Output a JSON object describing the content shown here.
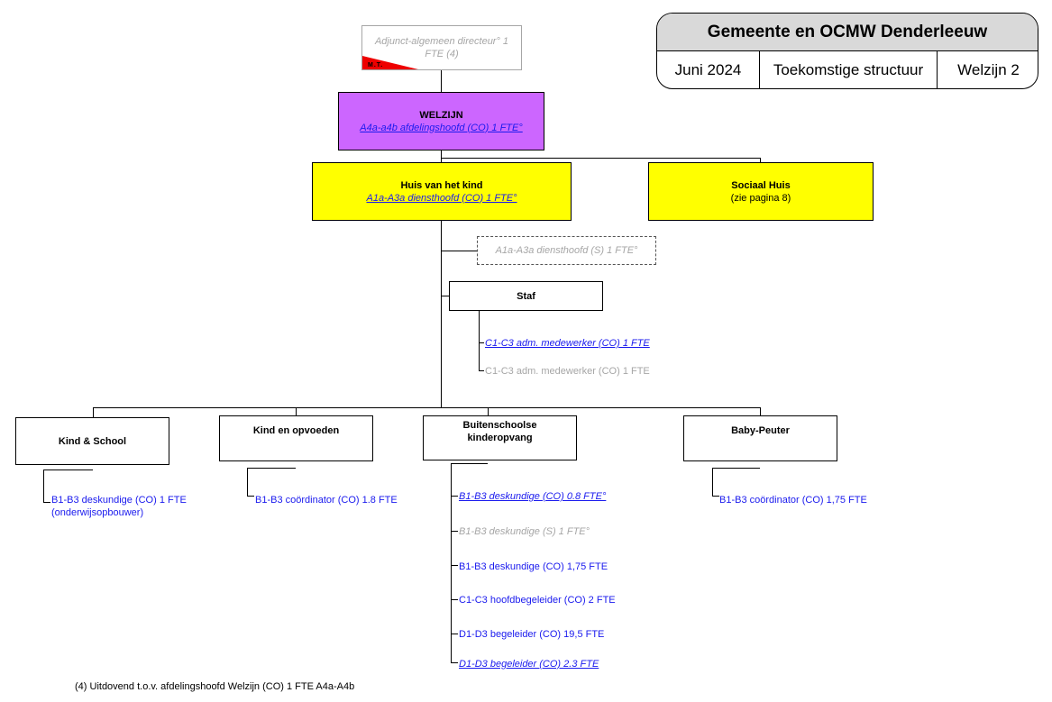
{
  "header": {
    "title": "Gemeente en OCMW Denderleeuw",
    "date": "Juni 2024",
    "structure": "Toekomstige structuur",
    "page": "Welzijn 2"
  },
  "director": {
    "line1": "Adjunct-algemeen directeur° 1",
    "line2": "FTE (4)",
    "badge": "M.T."
  },
  "welzijn": {
    "title": "WELZIJN",
    "role": "A4a-a4b afdelingshoofd (CO) 1 FTE°"
  },
  "huis_kind": {
    "title": "Huis van het kind",
    "role": "A1a-A3a diensthoofd (CO) 1 FTE°"
  },
  "sociaal_huis": {
    "title": "Sociaal Huis",
    "note": "(zie pagina 8)"
  },
  "vacancy": {
    "role": "A1a-A3a diensthoofd (S) 1 FTE°"
  },
  "staf": {
    "title": "Staf",
    "items": [
      "C1-C3 adm. medewerker (CO) 1 FTE",
      "C1-C3 adm. medewerker (CO) 1 FTE"
    ]
  },
  "teams": [
    {
      "title": "Kind & School",
      "items": [
        "B1-B3 deskundige (CO) 1 FTE",
        "(onderwijsopbouwer)"
      ]
    },
    {
      "title": "Kind en opvoeden",
      "items": [
        "B1-B3 coördinator (CO) 1.8 FTE"
      ]
    },
    {
      "title_line1": "Buitenschoolse",
      "title_line2": "kinderopvang",
      "items": [
        "B1-B3 deskundige (CO) 0.8 FTE°",
        "B1-B3 deskundige (S) 1 FTE°",
        "B1-B3 deskundige (CO) 1,75 FTE",
        "C1-C3 hoofdbegeleider (CO) 2 FTE",
        "D1-D3 begeleider (CO) 19,5 FTE",
        "D1-D3 begeleider (CO) 2.3 FTE"
      ]
    },
    {
      "title": "Baby-Peuter",
      "items": [
        "B1-B3 coördinator (CO) 1,75 FTE"
      ]
    }
  ],
  "footnote": "(4) Uitdovend t.o.v. afdelingshoofd Welzijn (CO) 1 FTE A4a-A4b",
  "colors": {
    "welzijn_fill": "#cc66ff",
    "huis_fill": "#ffff00",
    "link_blue": "#1a1aee",
    "muted_grey": "#a6a6a6",
    "badge_red": "#ee0000"
  }
}
